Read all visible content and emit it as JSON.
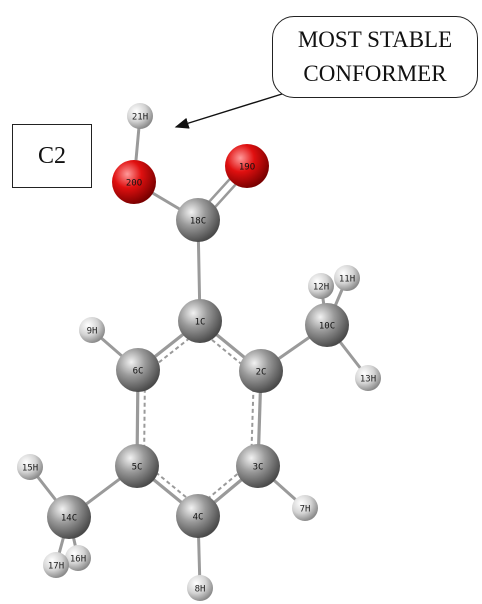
{
  "molecule_label": "C2",
  "callout": {
    "line1": "MOST STABLE",
    "line2": "CONFORMER"
  },
  "colors": {
    "carbon": "#8c8c8c",
    "oxygen": "#e01010",
    "hydrogen": "#d8d8d8",
    "bond": "#9a9a9a"
  },
  "atoms": [
    {
      "id": "1C",
      "element": "C"
    },
    {
      "id": "2C",
      "element": "C"
    },
    {
      "id": "3C",
      "element": "C"
    },
    {
      "id": "4C",
      "element": "C"
    },
    {
      "id": "5C",
      "element": "C"
    },
    {
      "id": "6C",
      "element": "C"
    },
    {
      "id": "7H",
      "element": "H"
    },
    {
      "id": "8H",
      "element": "H"
    },
    {
      "id": "9H",
      "element": "H"
    },
    {
      "id": "10C",
      "element": "C"
    },
    {
      "id": "11H",
      "element": "H"
    },
    {
      "id": "12H",
      "element": "H"
    },
    {
      "id": "13H",
      "element": "H"
    },
    {
      "id": "14C",
      "element": "C"
    },
    {
      "id": "15H",
      "element": "H"
    },
    {
      "id": "16H",
      "element": "H"
    },
    {
      "id": "17H",
      "element": "H"
    },
    {
      "id": "18C",
      "element": "C"
    },
    {
      "id": "19O",
      "element": "O"
    },
    {
      "id": "20O",
      "element": "O"
    },
    {
      "id": "21H",
      "element": "H"
    }
  ],
  "bonds": [
    {
      "a": "1C",
      "b": "2C",
      "order": "aromatic"
    },
    {
      "a": "2C",
      "b": "3C",
      "order": "aromatic"
    },
    {
      "a": "3C",
      "b": "4C",
      "order": "aromatic"
    },
    {
      "a": "4C",
      "b": "5C",
      "order": "aromatic"
    },
    {
      "a": "5C",
      "b": "6C",
      "order": "aromatic"
    },
    {
      "a": "6C",
      "b": "1C",
      "order": "aromatic"
    },
    {
      "a": "1C",
      "b": "18C",
      "order": "single"
    },
    {
      "a": "18C",
      "b": "19O",
      "order": "double"
    },
    {
      "a": "18C",
      "b": "20O",
      "order": "single"
    },
    {
      "a": "20O",
      "b": "21H",
      "order": "single"
    },
    {
      "a": "2C",
      "b": "10C",
      "order": "single"
    },
    {
      "a": "10C",
      "b": "11H",
      "order": "single"
    },
    {
      "a": "10C",
      "b": "12H",
      "order": "single"
    },
    {
      "a": "10C",
      "b": "13H",
      "order": "single"
    },
    {
      "a": "3C",
      "b": "7H",
      "order": "single"
    },
    {
      "a": "4C",
      "b": "8H",
      "order": "single"
    },
    {
      "a": "6C",
      "b": "9H",
      "order": "single"
    },
    {
      "a": "5C",
      "b": "14C",
      "order": "single"
    },
    {
      "a": "14C",
      "b": "15H",
      "order": "single"
    },
    {
      "a": "14C",
      "b": "16H",
      "order": "single"
    },
    {
      "a": "14C",
      "b": "17H",
      "order": "single"
    }
  ]
}
